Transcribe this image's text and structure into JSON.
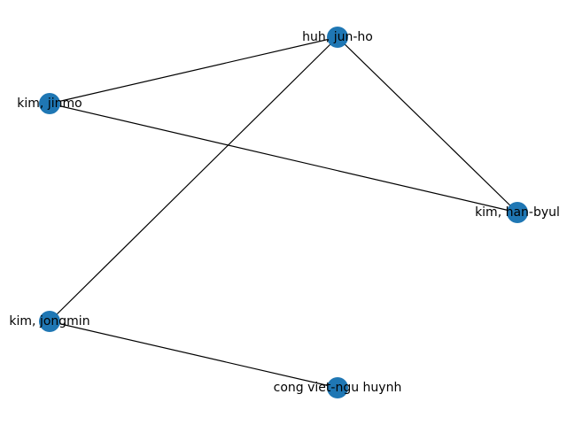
{
  "graph": {
    "node_color": "#1f77b4",
    "edge_color": "#000000",
    "nodes": [
      {
        "id": "huh",
        "label": "huh, jun-ho"
      },
      {
        "id": "jinmo",
        "label": "kim, jinmo"
      },
      {
        "id": "hanbyul",
        "label": "kim, han-byul"
      },
      {
        "id": "jongmin",
        "label": "kim, jongmin"
      },
      {
        "id": "cong",
        "label": "cong viet-ngu huynh"
      }
    ],
    "edges": [
      {
        "source": "huh",
        "target": "jinmo"
      },
      {
        "source": "huh",
        "target": "hanbyul"
      },
      {
        "source": "huh",
        "target": "jongmin"
      },
      {
        "source": "jinmo",
        "target": "hanbyul"
      },
      {
        "source": "jongmin",
        "target": "cong"
      }
    ]
  }
}
